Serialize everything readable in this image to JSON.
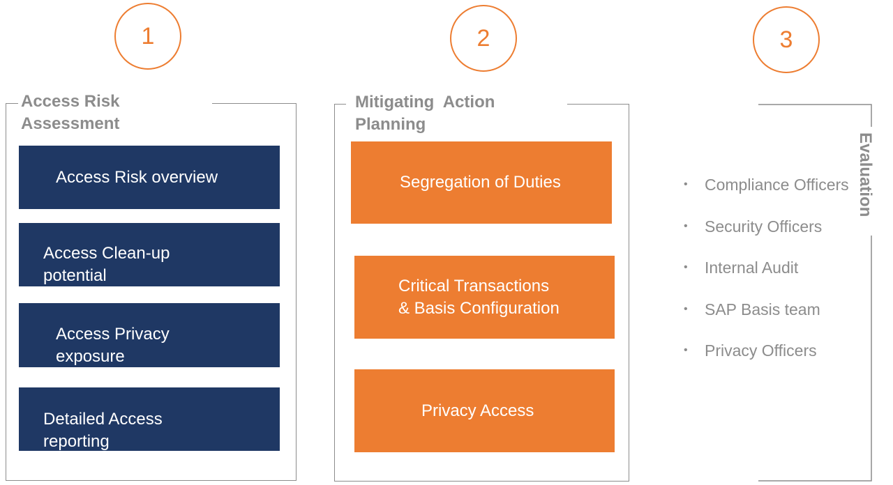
{
  "colors": {
    "accent_orange": "#ED7D31",
    "navy": "#1F3864",
    "frame_gray": "#8c8c8c"
  },
  "steps": [
    {
      "number": "1"
    },
    {
      "number": "2"
    },
    {
      "number": "3"
    }
  ],
  "column1": {
    "title_line1": "Access Risk",
    "title_line2": "Assessment",
    "boxes": [
      {
        "line1": "Access Risk overview",
        "line2": ""
      },
      {
        "line1": "Access Clean-up",
        "line2": "potential"
      },
      {
        "line1": "Access Privacy",
        "line2": "exposure"
      },
      {
        "line1": "Detailed Access",
        "line2": "reporting"
      }
    ]
  },
  "column2": {
    "title_line1": "Mitigating  Action",
    "title_line2": "Planning",
    "boxes": [
      {
        "line1": "Segregation of Duties",
        "line2": ""
      },
      {
        "line1": "Critical Transactions",
        "line2": "& Basis Configuration"
      },
      {
        "line1": "Privacy Access",
        "line2": ""
      }
    ]
  },
  "column3": {
    "title": "Evaluation",
    "bullet_glyph": "•",
    "items": [
      "Compliance Officers",
      "Security Officers",
      "Internal Audit",
      "SAP Basis team",
      "Privacy Officers"
    ]
  }
}
